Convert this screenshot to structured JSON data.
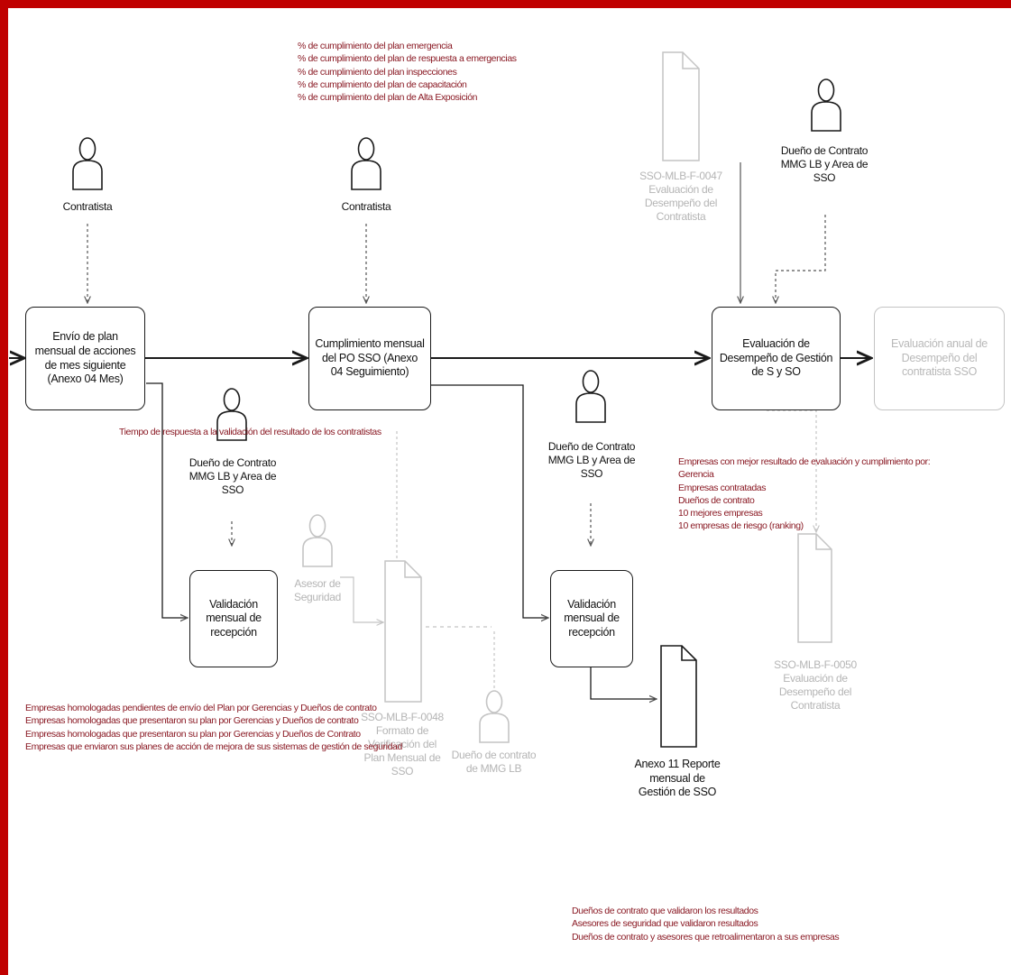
{
  "colors": {
    "frame": "#c00000",
    "note_text": "#8a1a24",
    "line": "#1a1a1a",
    "faded": "#c4c4c4"
  },
  "icons": [
    "person-icon",
    "document-icon"
  ],
  "boxes": {
    "envio": "Envío de plan mensual de acciones de mes siguiente (Anexo 04 Mes)",
    "cumplimiento": "Cumplimiento mensual del PO SSO (Anexo 04 Seguimiento)",
    "evaluacion": "Evaluación de Desempeño de Gestión de S y SO",
    "evaluacion_anual": "Evaluación anual de Desempeño del contratista SSO",
    "validacion_1": "Validación mensual de recepción",
    "validacion_2": "Validación mensual de recepción"
  },
  "actors": {
    "contratista_1": "Contratista",
    "contratista_2": "Contratista",
    "dueno_top": "Dueño de Contrato MMG LB y Area de SSO",
    "dueno_left": "Dueño de Contrato MMG LB y Area de SSO",
    "dueno_mid": "Dueño de Contrato MMG LB y Area de SSO",
    "asesor": "Asesor de Seguridad",
    "dueno_faded": "Dueño de contrato de MMG LB"
  },
  "documents": {
    "doc_top": "SSO-MLB-F-0047 Evaluación de Desempeño del Contratista",
    "doc_center": "SSO-MLB-F-0048 Formato de Verificación del Plan Mensual de SSO",
    "doc_right": "SSO-MLB-F-0050 Evaluación de Desempeño del Contratista",
    "anexo11": "Anexo 11 Reporte mensual de Gestión de SSO"
  },
  "notes": {
    "top": [
      "% de cumplimiento del plan emergencia",
      "% de cumplimiento del plan de respuesta a emergencias",
      "% de cumplimiento del plan inspecciones",
      "% de cumplimiento del plan de capacitación",
      "% de cumplimiento del plan de Alta Exposición"
    ],
    "middle": "Tiempo de respuesta a la validación del resultado de los contratistas",
    "right": [
      "Empresas con mejor resultado de evaluación y cumplimiento por:",
      "Gerencia",
      "Empresas contratadas",
      "Dueños de contrato",
      "10 mejores empresas",
      "10 empresas de riesgo (ranking)"
    ],
    "left_bottom": [
      "Empresas homologadas pendientes de envío del Plan por Gerencias y Dueños de contrato",
      "Empresas homologadas que presentaron su plan por Gerencias y Dueños de contrato",
      "Empresas homologadas que presentaron su plan por Gerencias y Dueños de Contrato",
      "Empresas que enviaron sus planes de acción de mejora de sus sistemas de gestión de seguridad"
    ],
    "bottom": [
      "Dueños de contrato que validaron los resultados",
      "Asesores de seguridad que validaron resultados",
      "Dueños de contrato y asesores que retroalimentaron a sus empresas"
    ]
  }
}
